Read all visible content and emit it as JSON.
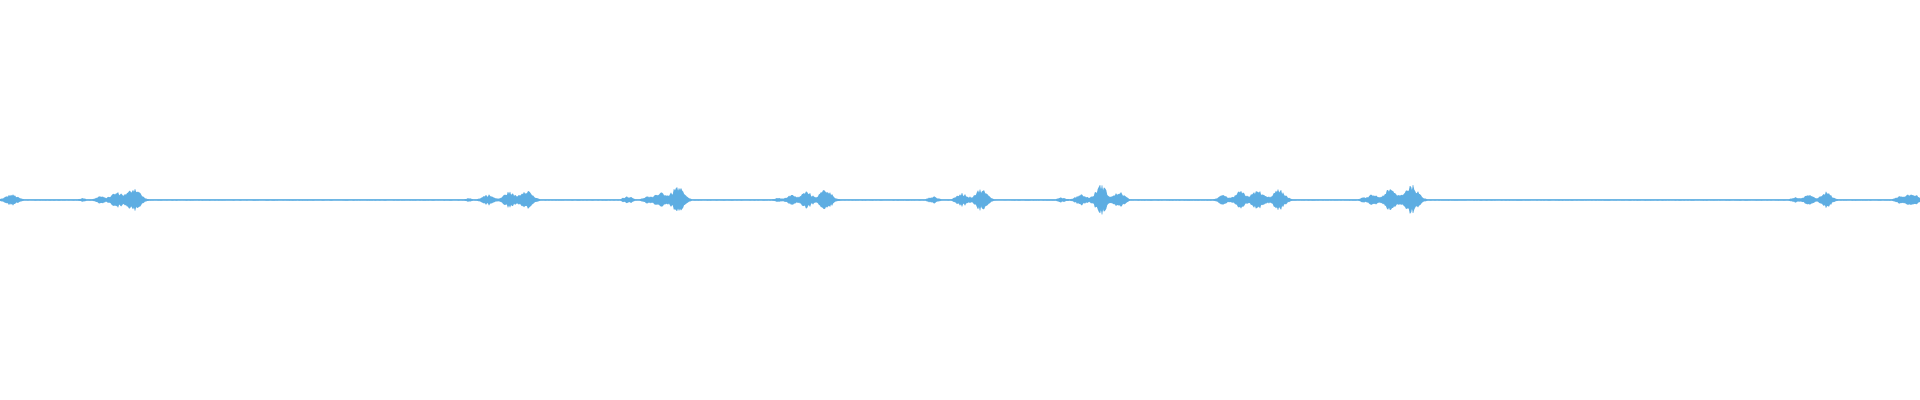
{
  "waveform": {
    "color": "#5dade2",
    "background": "#ffffff",
    "baseline_level": 0.02,
    "duration_fraction_bursts": [
      {
        "t": 0.006,
        "a": 0.3,
        "w": 0.004
      },
      {
        "t": 0.043,
        "a": 0.08,
        "w": 0.002
      },
      {
        "t": 0.052,
        "a": 0.2,
        "w": 0.0025
      },
      {
        "t": 0.061,
        "a": 0.42,
        "w": 0.0045
      },
      {
        "t": 0.07,
        "a": 0.7,
        "w": 0.004
      },
      {
        "t": 0.244,
        "a": 0.08,
        "w": 0.002
      },
      {
        "t": 0.254,
        "a": 0.3,
        "w": 0.0035
      },
      {
        "t": 0.265,
        "a": 0.45,
        "w": 0.0035
      },
      {
        "t": 0.274,
        "a": 0.6,
        "w": 0.004
      },
      {
        "t": 0.327,
        "a": 0.2,
        "w": 0.003
      },
      {
        "t": 0.337,
        "a": 0.18,
        "w": 0.0025
      },
      {
        "t": 0.344,
        "a": 0.45,
        "w": 0.0035
      },
      {
        "t": 0.353,
        "a": 0.75,
        "w": 0.004
      },
      {
        "t": 0.405,
        "a": 0.1,
        "w": 0.002
      },
      {
        "t": 0.412,
        "a": 0.28,
        "w": 0.003
      },
      {
        "t": 0.42,
        "a": 0.48,
        "w": 0.0035
      },
      {
        "t": 0.43,
        "a": 0.62,
        "w": 0.004
      },
      {
        "t": 0.486,
        "a": 0.18,
        "w": 0.003
      },
      {
        "t": 0.501,
        "a": 0.38,
        "w": 0.0035
      },
      {
        "t": 0.511,
        "a": 0.62,
        "w": 0.004
      },
      {
        "t": 0.553,
        "a": 0.12,
        "w": 0.0025
      },
      {
        "t": 0.563,
        "a": 0.3,
        "w": 0.0035
      },
      {
        "t": 0.573,
        "a": 0.5,
        "w": 0.004
      },
      {
        "t": 0.574,
        "a": 0.4,
        "w": 0.003
      },
      {
        "t": 0.583,
        "a": 0.45,
        "w": 0.0035
      },
      {
        "t": 0.637,
        "a": 0.25,
        "w": 0.003
      },
      {
        "t": 0.646,
        "a": 0.48,
        "w": 0.0035
      },
      {
        "t": 0.655,
        "a": 0.52,
        "w": 0.004
      },
      {
        "t": 0.666,
        "a": 0.58,
        "w": 0.004
      },
      {
        "t": 0.71,
        "a": 0.1,
        "w": 0.002
      },
      {
        "t": 0.715,
        "a": 0.3,
        "w": 0.003
      },
      {
        "t": 0.724,
        "a": 0.6,
        "w": 0.004
      },
      {
        "t": 0.735,
        "a": 0.85,
        "w": 0.0045
      },
      {
        "t": 0.935,
        "a": 0.12,
        "w": 0.0025
      },
      {
        "t": 0.942,
        "a": 0.28,
        "w": 0.003
      },
      {
        "t": 0.951,
        "a": 0.45,
        "w": 0.0035
      },
      {
        "t": 0.99,
        "a": 0.22,
        "w": 0.003
      },
      {
        "t": 0.996,
        "a": 0.4,
        "w": 0.0035
      }
    ]
  }
}
